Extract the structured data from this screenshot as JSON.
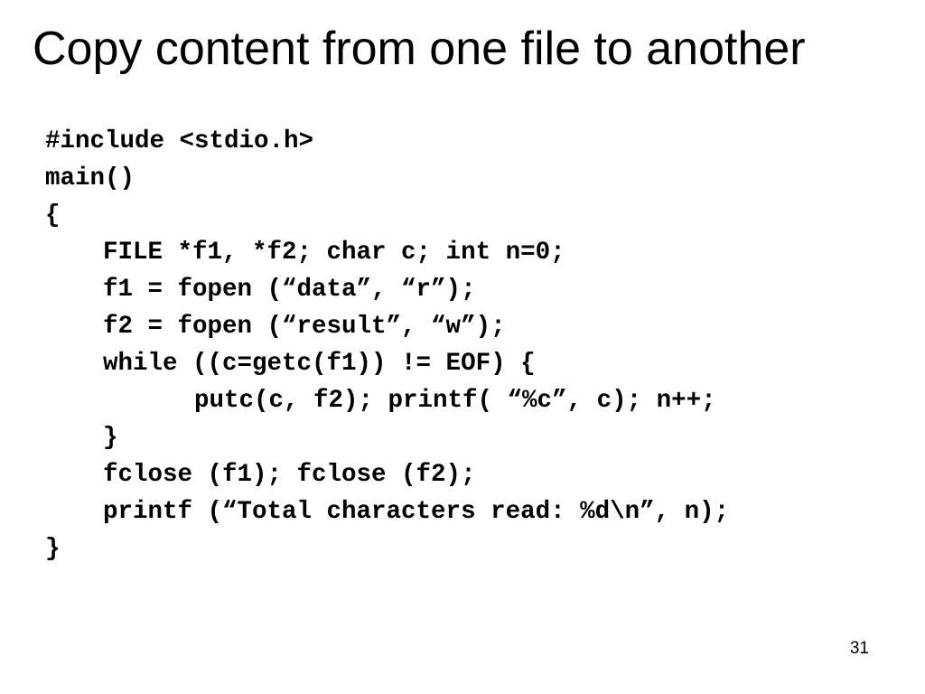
{
  "slide": {
    "title": "Copy content from one file to another",
    "page_number": "31"
  },
  "code": {
    "lines": [
      "#include <stdio.h>",
      "main()",
      "{",
      "FILE *f1, *f2; char c; int n=0;",
      "f1 = fopen (“data”, “r”);",
      "f2 = fopen (“result”, “w”);",
      "while ((c=getc(f1)) != EOF) {",
      "putc(c, f2); printf( “%c”, c); n++;",
      "}",
      "fclose (f1); fclose (f2);",
      "printf (“Total characters read: %d\\n”, n);",
      "}"
    ]
  }
}
